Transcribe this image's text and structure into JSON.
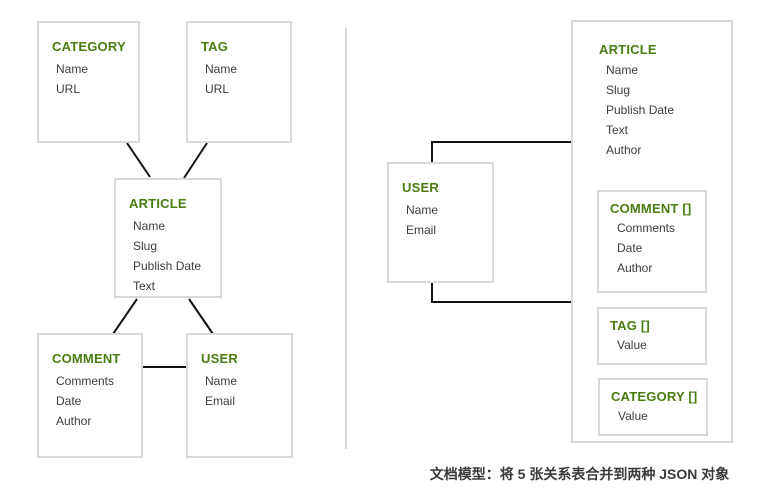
{
  "panels": {
    "relational": {
      "tables": [
        {
          "title": "CATEGORY",
          "fields": [
            "Name",
            "URL"
          ]
        },
        {
          "title": "TAG",
          "fields": [
            "Name",
            "URL"
          ]
        },
        {
          "title": "ARTICLE",
          "fields": [
            "Name",
            "Slug",
            "Publish Date",
            "Text"
          ]
        },
        {
          "title": "COMMENT",
          "fields": [
            "Comments",
            "Date",
            "Author"
          ]
        },
        {
          "title": "USER",
          "fields": [
            "Name",
            "Email"
          ]
        }
      ]
    },
    "document": {
      "article": {
        "title": "ARTICLE",
        "fields": [
          "Name",
          "Slug",
          "Publish Date",
          "Text",
          "Author"
        ]
      },
      "comments": {
        "title": "COMMENT []",
        "fields": [
          "Comments",
          "Date",
          "Author"
        ]
      },
      "tags": {
        "title": "TAG []",
        "fields": [
          "Value"
        ]
      },
      "categories": {
        "title": "CATEGORY []",
        "fields": [
          "Value"
        ]
      },
      "user": {
        "title": "USER",
        "fields": [
          "Name",
          "Email"
        ]
      }
    }
  },
  "caption": "文档模型：将 5 张关系表合并到两种 JSON 对象",
  "colors": {
    "entity_title": "#4a7c10",
    "field_text": "#3d3d3d",
    "box_border": "#d9d9d9",
    "connector": "#111111",
    "divider": "#cccccc"
  }
}
